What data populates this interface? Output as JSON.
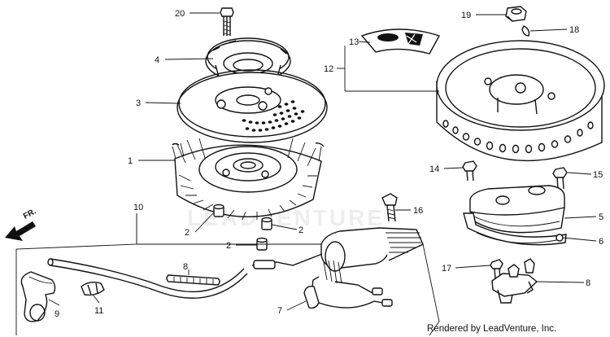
{
  "diagram": {
    "callouts": [
      "1",
      "2",
      "2",
      "2",
      "3",
      "4",
      "5",
      "6",
      "7",
      "8",
      "9",
      "10",
      "11",
      "12",
      "13",
      "14",
      "15",
      "15",
      "16",
      "17",
      "18",
      "19",
      "20"
    ],
    "direction_label": "FR.",
    "watermark": "LEADVENTURE",
    "credit": "Rendered by LeadVenture, Inc."
  }
}
